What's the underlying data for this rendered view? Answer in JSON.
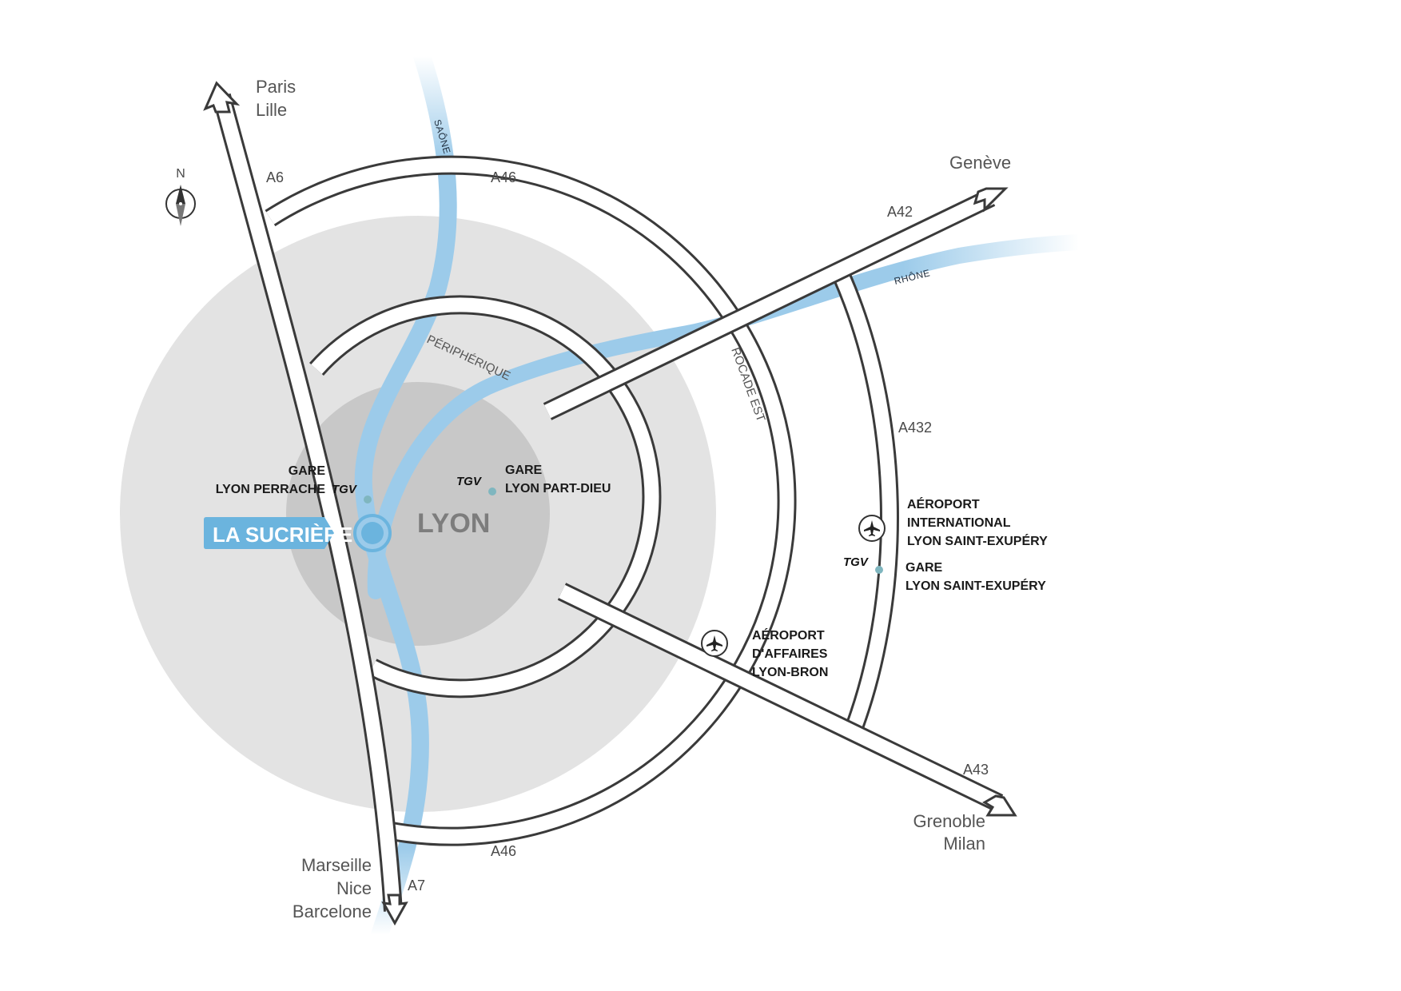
{
  "destinations": {
    "north_1": "Paris",
    "north_2": "Lille",
    "northeast": "Genève",
    "southeast_1": "Grenoble",
    "southeast_2": "Milan",
    "south_1": "Marseille",
    "south_2": "Nice",
    "south_3": "Barcelone"
  },
  "roads": {
    "a6": "A6",
    "a46_north": "A46",
    "a46_south": "A46",
    "a42": "A42",
    "a432": "A432",
    "a43": "A43",
    "a7": "A7",
    "peripherique": "PÉRIPHÉRIQUE",
    "rocade_est": "ROCADE EST"
  },
  "rivers": {
    "saone": "SAÔNE",
    "rhone": "RHÔNE"
  },
  "compass": {
    "north": "N",
    "icon": "compass-icon"
  },
  "city": "LYON",
  "highlight": {
    "label": "LA SUCRIÈRE",
    "color": "#6bb4de"
  },
  "stations": {
    "perrache_1": "GARE",
    "perrache_2": "LYON PERRACHE",
    "partdieu_1": "GARE",
    "partdieu_2": "LYON PART-DIEU",
    "stexupery_1": "GARE",
    "stexupery_2": "LYON SAINT-EXUPÉRY",
    "tgv_logo": "TGV"
  },
  "airports": {
    "intl_1": "AÉROPORT",
    "intl_2": "INTERNATIONAL",
    "intl_3": "LYON SAINT-EXUPÉRY",
    "bron_1": "AÉROPORT",
    "bron_2": "D'AFFAIRES",
    "bron_3": "LYON-BRON",
    "icon": "airplane-icon"
  },
  "colors": {
    "river": "#9ccbea",
    "outer_zone": "#e3e3e3",
    "inner_zone": "#c8c8c8",
    "road_outline": "#3a3a3a",
    "station_dot": "#7fb6bf"
  }
}
